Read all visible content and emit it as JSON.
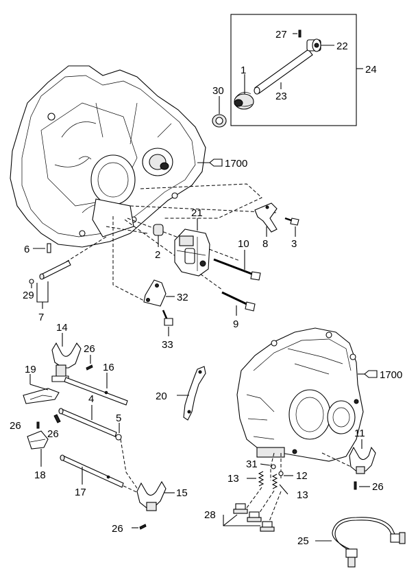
{
  "labels": {
    "p1": "1",
    "p2": "2",
    "p3": "3",
    "p4": "4",
    "p5": "5",
    "p6": "6",
    "p7": "7",
    "p8": "8",
    "p9": "9",
    "p10": "10",
    "p11": "11",
    "p12": "12",
    "p13a": "13",
    "p13b": "13",
    "p14": "14",
    "p15": "15",
    "p16": "16",
    "p17": "17",
    "p18": "18",
    "p19": "19",
    "p20": "20",
    "p21": "21",
    "p22": "22",
    "p23": "23",
    "p24": "24",
    "p25": "25",
    "p26a": "26",
    "p26b": "26",
    "p26c": "26",
    "p26d": "26",
    "p26e": "26",
    "p27": "27",
    "p28": "28",
    "p29": "29",
    "p30": "30",
    "p31": "31",
    "p32": "32",
    "p33": "33",
    "ref1700a": "1700",
    "ref1700b": "1700"
  }
}
